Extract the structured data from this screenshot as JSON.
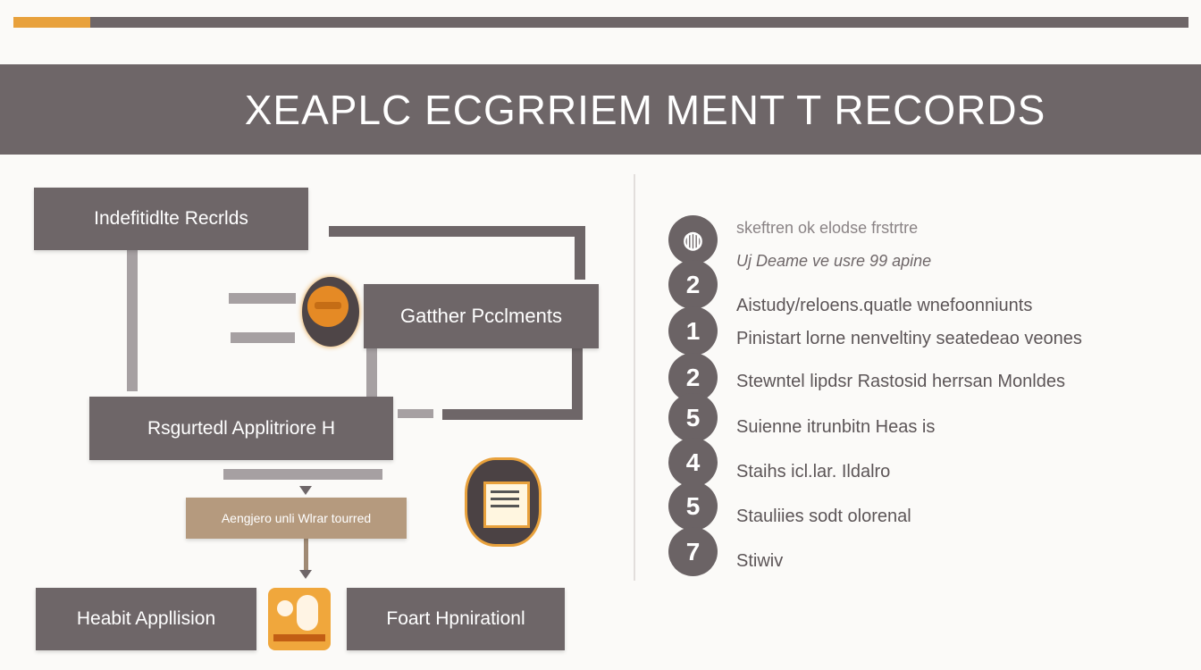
{
  "title": "XEAPLC ECGRRIEM MENT T RECORDS",
  "flow": {
    "box1": "Indefitidlte Recrlds",
    "box2": "Gatther Pcclments",
    "box3": "Rsgurtedl Applitriore H",
    "box4": "Aengjero unli Wlrar tourred",
    "box5": "Heabit Appllision",
    "box6": "Foart Hpnirationl"
  },
  "list": [
    {
      "badge": "globe-icon",
      "text": "skeftren ok elodse frstrtre"
    },
    {
      "badge": "",
      "text": "Uj Deame ve usre 99 apine"
    },
    {
      "badge": "2",
      "text": ""
    },
    {
      "badge": "",
      "text": "Aistudy/reloens.quatle wnefoonniunts"
    },
    {
      "badge": "1",
      "text": "Pinistart lorne nenveltiny seatedeao veones"
    },
    {
      "badge": "2",
      "text": "Stewntel lipdsr Rastosid herrsan Monldes"
    },
    {
      "badge": "5",
      "text": "Suienne itrunbitn Heas is"
    },
    {
      "badge": "4",
      "text": "Staihs icl.lar. Ildalro"
    },
    {
      "badge": "5",
      "text": "Stauliies sodt olorenal"
    },
    {
      "badge": "7",
      "text": "Stiwiv"
    }
  ],
  "colors": {
    "accent": "#e8a13c",
    "box": "#6e6668",
    "tan": "#b59a7e",
    "banner": "#6e6668"
  }
}
